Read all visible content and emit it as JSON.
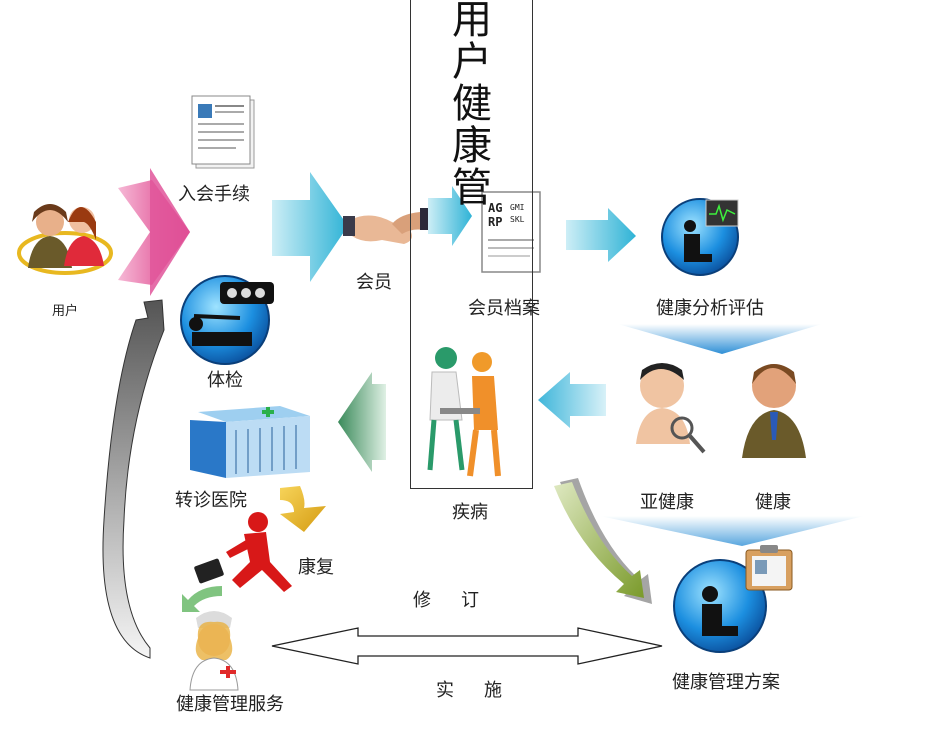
{
  "vertical_title": "用户健康管",
  "nodes": {
    "user": "用户",
    "join": "入会手续",
    "member": "会员",
    "checkup": "体检",
    "record": "会员档案",
    "analysis": "健康分析评估",
    "subhealth": "亚健康",
    "healthy": "健康",
    "disease": "疾病",
    "referral": "转诊医院",
    "rehab": "康复",
    "service": "健康管理服务",
    "plan": "健康管理方案"
  },
  "edges": {
    "revise": "修订",
    "implement": "实施"
  },
  "icons": [
    "user-group-icon",
    "document-icon",
    "handshake-icon",
    "medical-bed-icon",
    "eye-chart-icon",
    "health-monitor-icon",
    "patient-icon",
    "businessman-icon",
    "doctor-patient-icon",
    "hospital-icon",
    "running-man-icon",
    "nurse-icon",
    "clipboard-icon"
  ],
  "colors": {
    "pink": "#e0559a",
    "cyan": "#36b8d8",
    "blue": "#1e82c8",
    "green": "#3a8a5a",
    "olive": "#8aa83a",
    "gray": "#9a9a9a"
  }
}
